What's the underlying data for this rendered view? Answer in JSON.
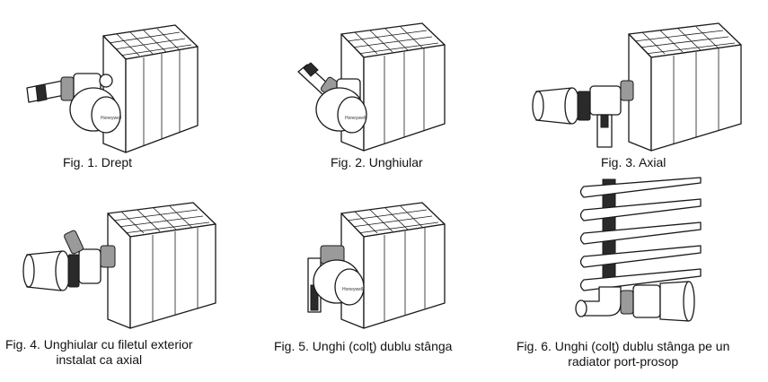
{
  "figures": [
    {
      "caption": "Fig. 1. Drept",
      "brand": "Honeywell"
    },
    {
      "caption": "Fig. 2. Unghiular",
      "brand": "Honeywell"
    },
    {
      "caption": "Fig. 3. Axial",
      "brand": ""
    },
    {
      "caption_line1": "Fig. 4. Unghiular cu filetul exterior",
      "caption_line2": "instalat ca axial",
      "brand": ""
    },
    {
      "caption": "Fig. 5. Unghi (colţ) dublu stânga",
      "brand": "Honeywell"
    },
    {
      "caption_line1": "Fig. 6. Unghi (colţ) dublu stânga pe un",
      "caption_line2": "radiator port-prosop",
      "brand": ""
    }
  ]
}
